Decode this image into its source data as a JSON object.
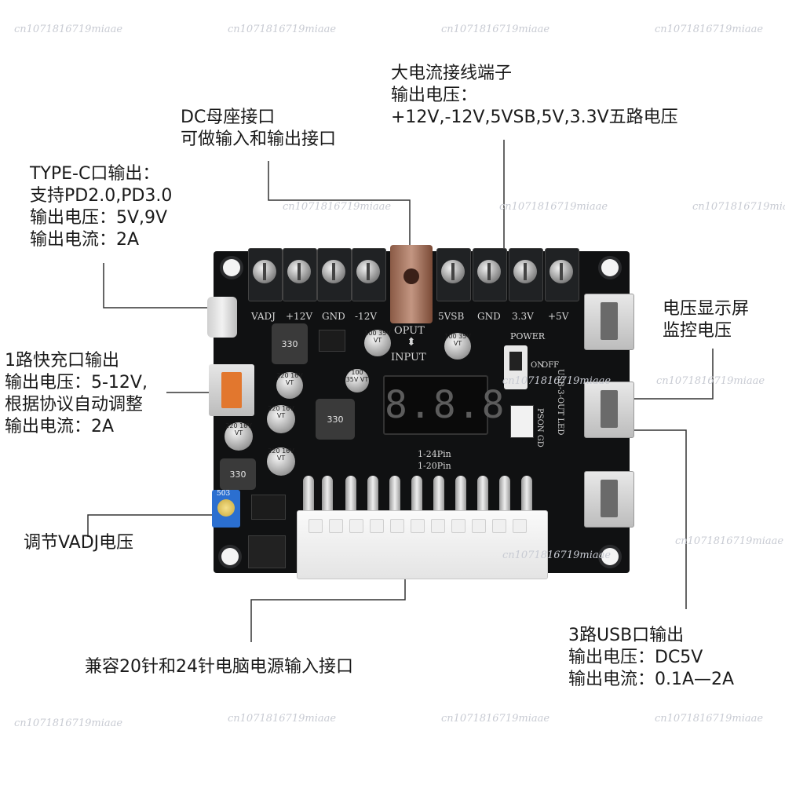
{
  "callouts": {
    "dc_jack": {
      "line1": "DC母座接口",
      "line2": "可做输入和输出接口"
    },
    "terminals": {
      "line1": "大电流接线端子",
      "line2": "输出电压：",
      "line3": "+12V,-12V,5VSB,5V,3.3V五路电压"
    },
    "typec": {
      "line1": "TYPE-C口输出：",
      "line2": "支持PD2.0,PD3.0",
      "line3": "输出电压：5V,9V",
      "line4": "输出电流：2A"
    },
    "quick_charge": {
      "line1": "1路快充口输出",
      "line2": "输出电压：5-12V,",
      "line3": "根据协议自动调整",
      "line4": "输出电流：2A"
    },
    "display": {
      "line1": "电压显示屏",
      "line2": "监控电压"
    },
    "vadj": {
      "line1": "调节VADJ电压"
    },
    "atx": {
      "line1": "兼容20针和24针电脑电源输入接口"
    },
    "usb": {
      "line1": "3路USB口输出",
      "line2": "输出电压：DC5V",
      "line3": "输出电流：0.1A—2A"
    }
  },
  "board_labels": {
    "vadj": "VADJ",
    "p12": "+12V",
    "gnd1": "GND",
    "m12": "-12V",
    "p5vsb": "5VSB",
    "gnd2": "GND",
    "p33": "3.3V",
    "p5": "+5V",
    "oput": "OPUT",
    "input": "INPUT",
    "power": "POWER",
    "on": "ON",
    "off": "OFF",
    "pson": "PSON GD",
    "usb_out": "USB-3-OUT LED",
    "pin24": "1-24Pin",
    "pin20": "1-20Pin",
    "display_digits": "8.8.8."
  },
  "components": {
    "ind1": "330",
    "ind2": "330",
    "ind3": "330",
    "cap1": "100 35V VT",
    "cap2": "100 35V VT",
    "cap3": "220 16V VT",
    "cap4": "220 16V VT",
    "cap5": "220 16V VT",
    "cap6": "100 35V VT",
    "cap7": "220 16V VT",
    "pot": "503"
  },
  "watermark": "cn1071816719miaae"
}
